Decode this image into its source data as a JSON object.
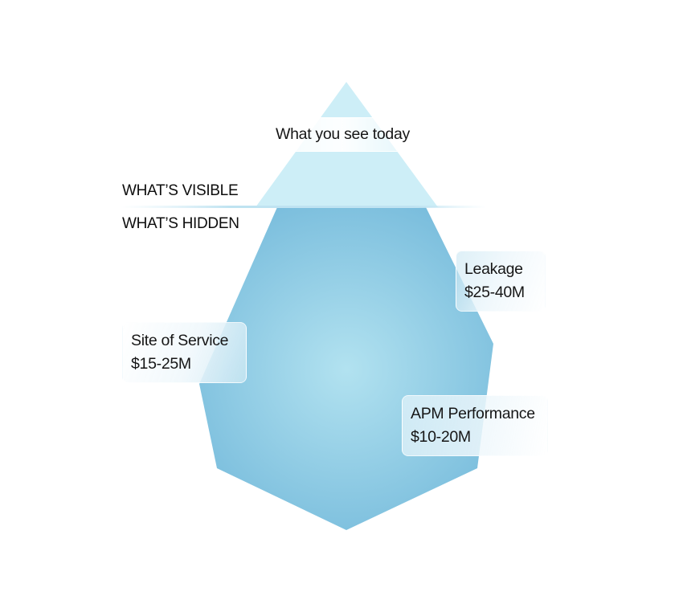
{
  "labels": {
    "visible": "WHAT’S VISIBLE",
    "hidden": "WHAT’S HIDDEN"
  },
  "tip": {
    "label": "What you see today"
  },
  "hidden_items": [
    {
      "name": "Site of Service",
      "value": "$15-25M"
    },
    {
      "name": "Leakage",
      "value": "$25-40M"
    },
    {
      "name": "APM Performance",
      "value": "$10-20M"
    }
  ],
  "colors": {
    "tip": "#cdeef7",
    "hidden_edge": "#78bcdc",
    "hidden_center": "#b2e2f0"
  }
}
